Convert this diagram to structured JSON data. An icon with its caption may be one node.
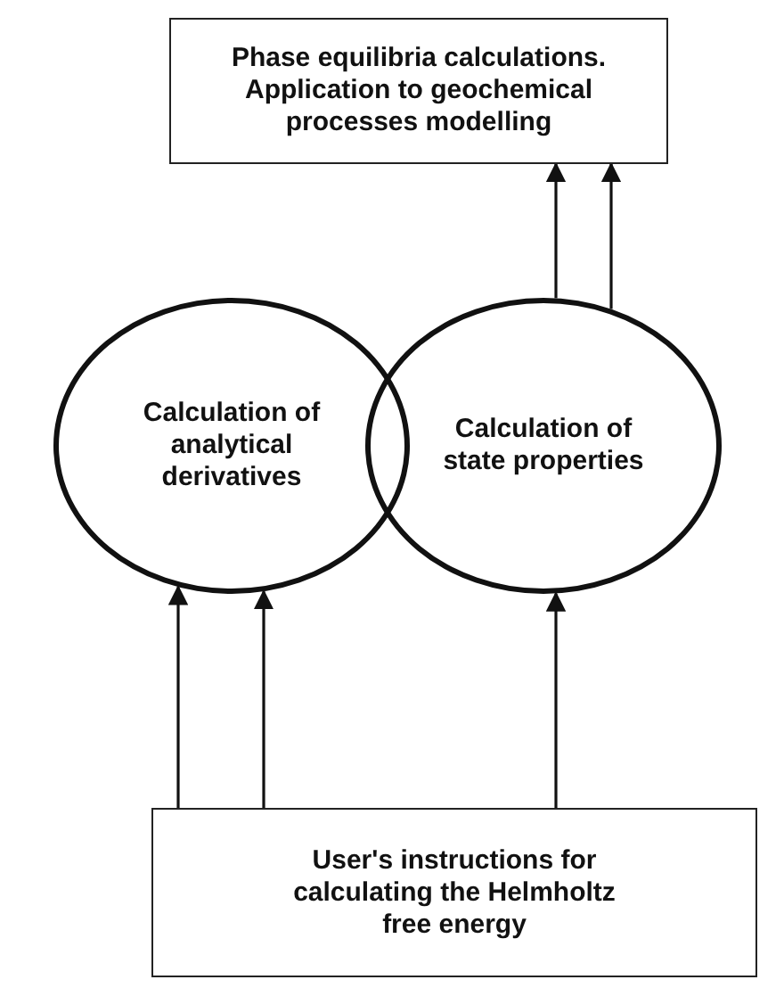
{
  "diagram": {
    "nodes": [
      {
        "text": [
          "Phase equilibria calculations. Application to geochemical processes modelling"
        ]
      },
      {
        "text": [
          "Calculation of analytical derivatives"
        ]
      },
      {
        "text": [
          "Calculation of state properties"
        ]
      },
      {
        "text": [
          "User's instructions for calculating the Helmholtz free energy"
        ]
      }
    ],
    "edges": [
      {
        "from": 3,
        "to": 1,
        "arrow": "to"
      },
      {
        "from": 3,
        "to": 1,
        "arrow": "to"
      },
      {
        "from": 3,
        "to": 2,
        "arrow": "to"
      },
      {
        "from": 2,
        "to": 0,
        "arrow": "to"
      },
      {
        "from": 2,
        "to": 0,
        "arrow": "to"
      }
    ]
  }
}
